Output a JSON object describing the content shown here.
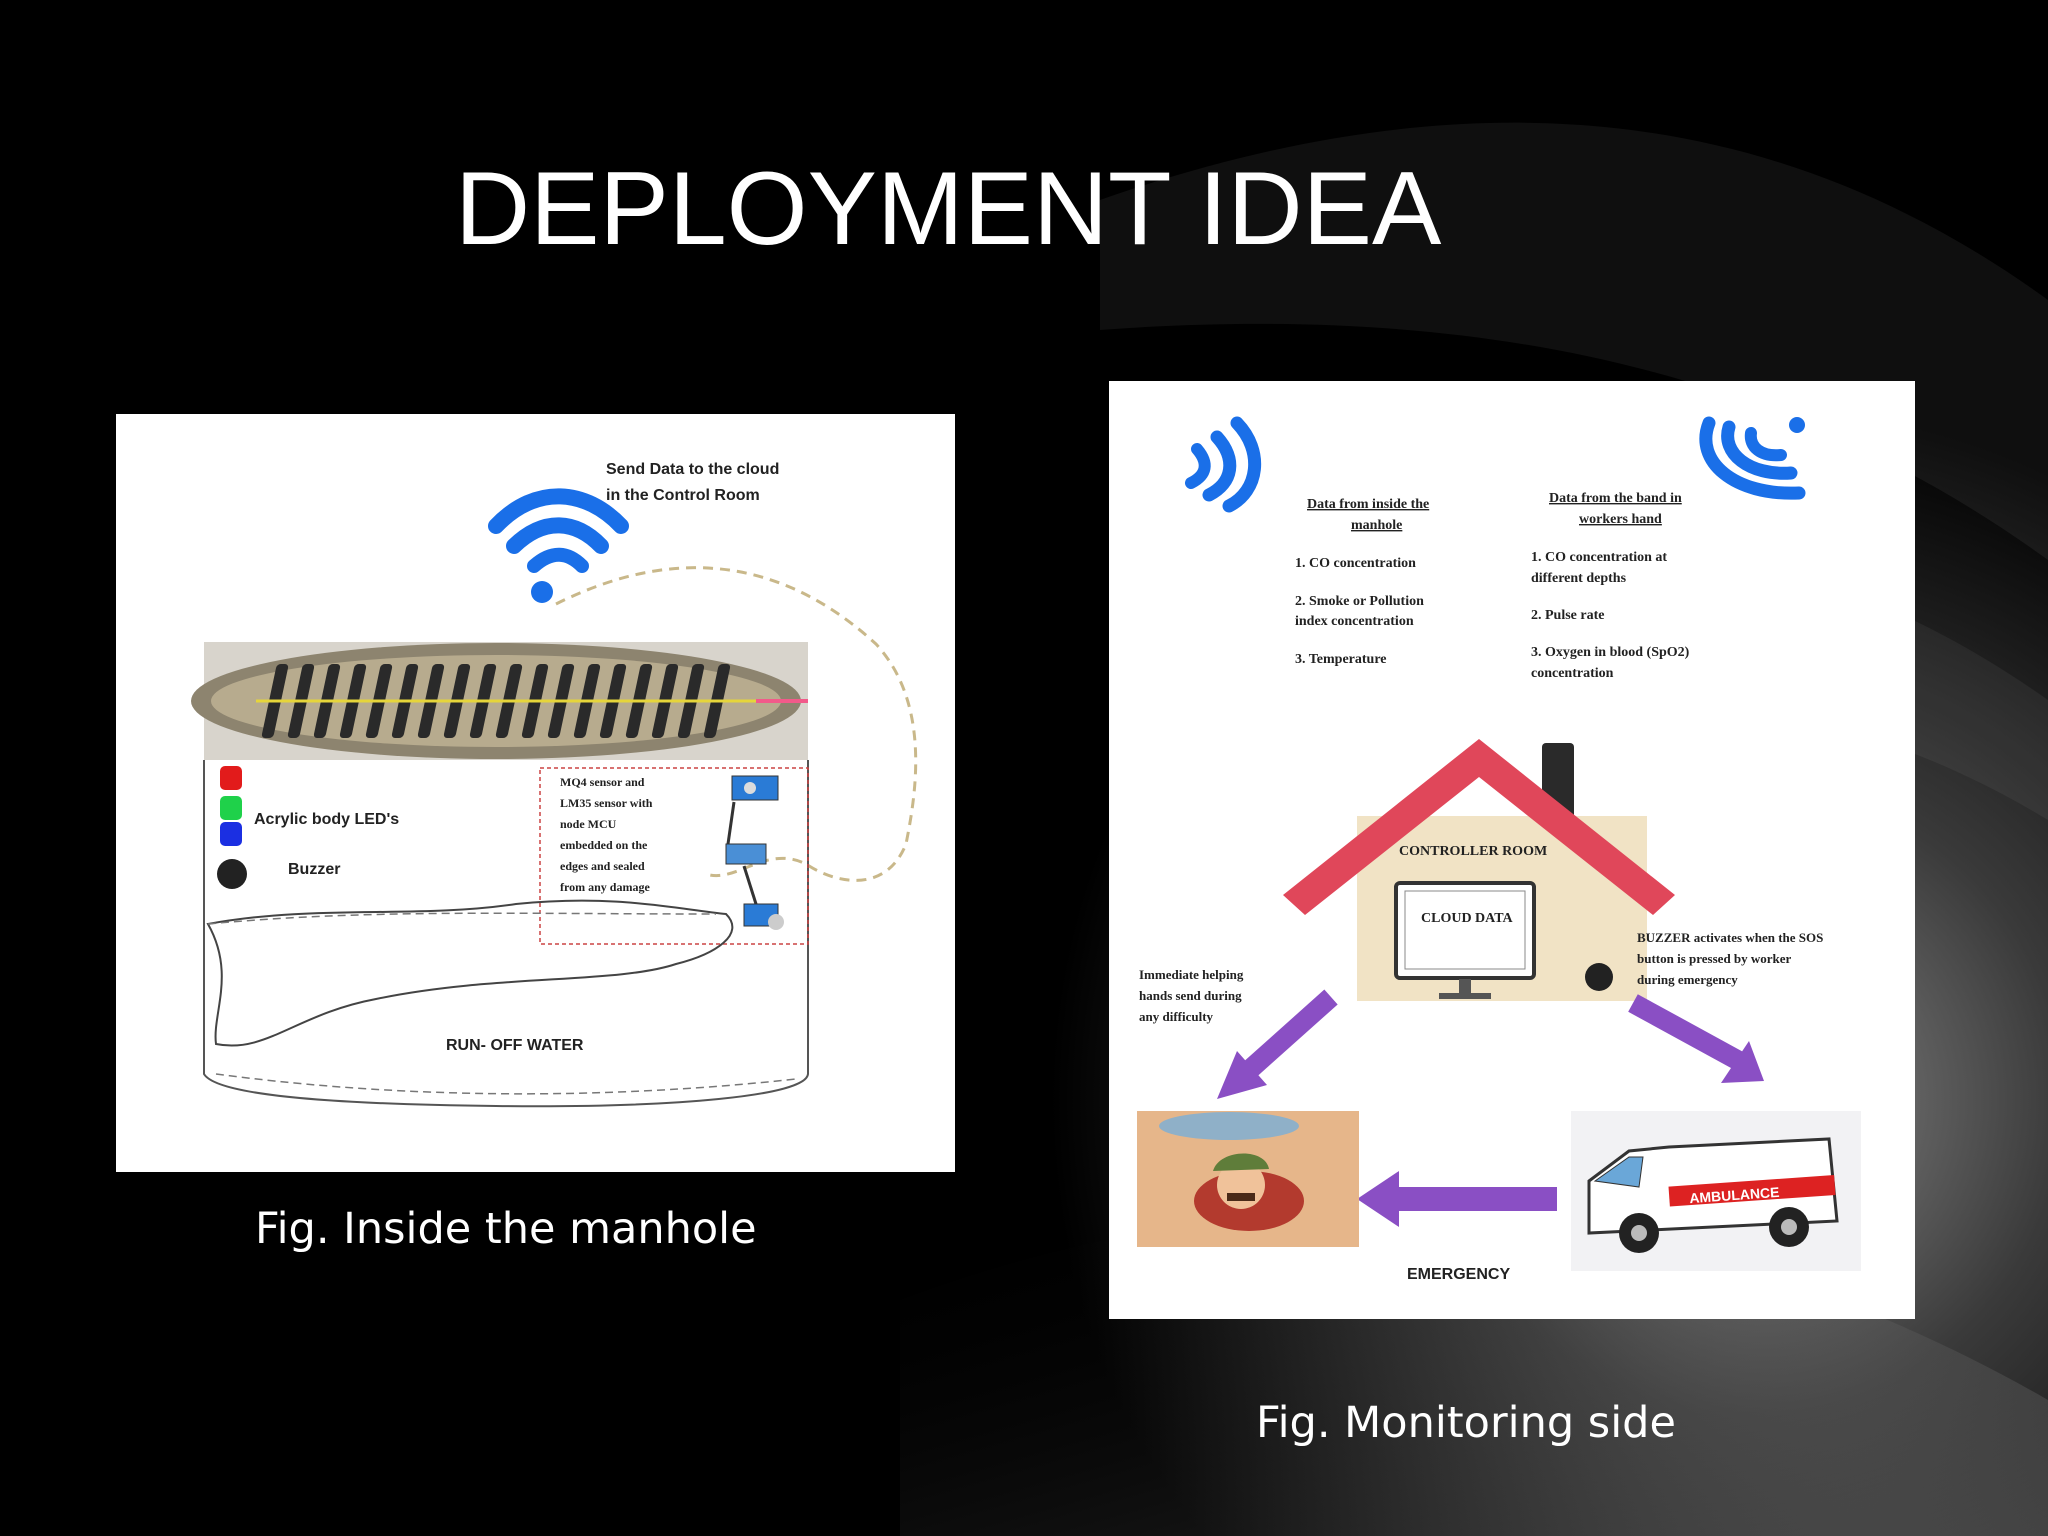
{
  "slide": {
    "title": "DEPLOYMENT IDEA",
    "left_caption": "Fig. Inside the manhole",
    "right_caption": "Fig. Monitoring side"
  },
  "manhole_figure": {
    "cloud_label_line1": "Send Data to the cloud",
    "cloud_label_line2": "in the Control Room",
    "led_label": "Acrylic body LED's",
    "buzzer_label": "Buzzer",
    "sensor_note": [
      "MQ4 sensor and",
      "LM35 sensor with",
      "node MCU",
      "embedded on the",
      "edges and sealed",
      "from any damage"
    ],
    "water_label": "RUN- OFF WATER",
    "led_colors": [
      "#e21b1b",
      "#1fd14a",
      "#1b2fe2"
    ],
    "wifi_color": "#1a6fe8"
  },
  "monitoring_figure": {
    "manhole_heading": [
      "Data from inside the",
      "manhole"
    ],
    "manhole_items": [
      [
        "1. CO concentration"
      ],
      [
        "2. Smoke or Pollution",
        "index concentration"
      ],
      [
        "3. Temperature"
      ]
    ],
    "band_heading": [
      "Data from the band in",
      "workers hand"
    ],
    "band_items": [
      [
        "1. CO concentration at",
        "different depths"
      ],
      [
        "2. Pulse rate"
      ],
      [
        "3. Oxygen in blood (SpO2)",
        "concentration"
      ]
    ],
    "house_label": "CONTROLLER ROOM",
    "screen_label": "CLOUD DATA",
    "left_note": [
      "Immediate helping",
      "hands send during",
      "any difficulty"
    ],
    "right_note": [
      "BUZZER activates when the SOS",
      "button is pressed by worker",
      "during emergency"
    ],
    "ambulance_text": "AMBULANCE",
    "emergency_label": "EMERGENCY",
    "roof_color": "#e0475a",
    "arrow_color": "#8a4fc4"
  }
}
